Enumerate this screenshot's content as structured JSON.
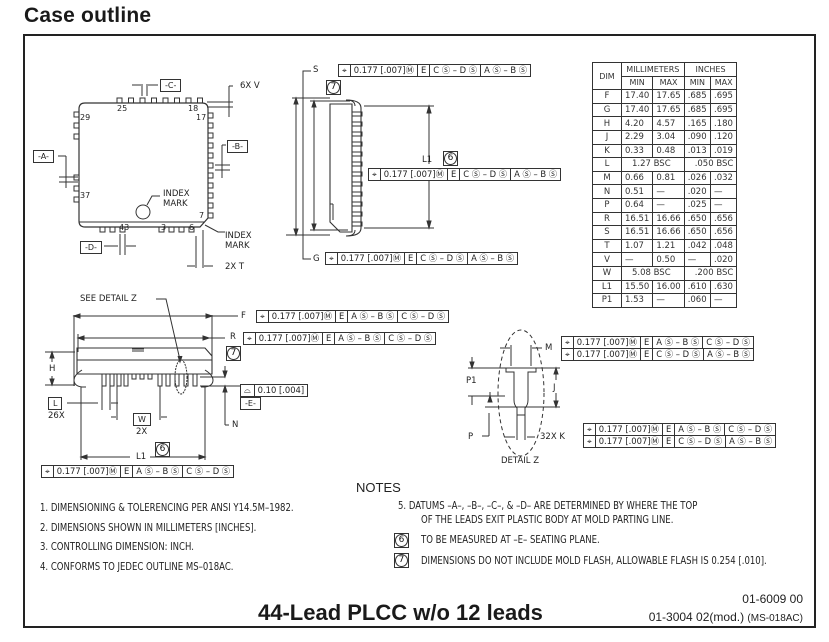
{
  "header": {
    "title": "Case outline"
  },
  "table": {
    "col_dim": "DIM",
    "group_mm": "MILLIMETERS",
    "group_in": "INCHES",
    "sub_headers": [
      "MIN",
      "MAX",
      "MIN",
      "MAX"
    ],
    "rows": [
      {
        "dim": "F",
        "mm_min": "17.40",
        "mm_max": "17.65",
        "in_min": ".685",
        "in_max": ".695"
      },
      {
        "dim": "G",
        "mm_min": "17.40",
        "mm_max": "17.65",
        "in_min": ".685",
        "in_max": ".695"
      },
      {
        "dim": "H",
        "mm_min": "4.20",
        "mm_max": "4.57",
        "in_min": ".165",
        "in_max": ".180"
      },
      {
        "dim": "J",
        "mm_min": "2.29",
        "mm_max": "3.04",
        "in_min": ".090",
        "in_max": ".120"
      },
      {
        "dim": "K",
        "mm_min": "0.33",
        "mm_max": "0.48",
        "in_min": ".013",
        "in_max": ".019"
      },
      {
        "dim": "L",
        "mm_bsc": "1.27   BSC",
        "in_bsc": ".050   BSC"
      },
      {
        "dim": "M",
        "mm_min": "0.66",
        "mm_max": "0.81",
        "in_min": ".026",
        "in_max": ".032"
      },
      {
        "dim": "N",
        "mm_min": "0.51",
        "mm_max": "—",
        "in_min": ".020",
        "in_max": "—"
      },
      {
        "dim": "P",
        "mm_min": "0.64",
        "mm_max": "—",
        "in_min": ".025",
        "in_max": "—"
      },
      {
        "dim": "R",
        "mm_min": "16.51",
        "mm_max": "16.66",
        "in_min": ".650",
        "in_max": ".656"
      },
      {
        "dim": "S",
        "mm_min": "16.51",
        "mm_max": "16.66",
        "in_min": ".650",
        "in_max": ".656"
      },
      {
        "dim": "T",
        "mm_min": "1.07",
        "mm_max": "1.21",
        "in_min": ".042",
        "in_max": ".048"
      },
      {
        "dim": "V",
        "mm_min": "—",
        "mm_max": "0.50",
        "in_min": "—",
        "in_max": ".020"
      },
      {
        "dim": "W",
        "mm_bsc": "5.08   BSC",
        "in_bsc": ".200   BSC"
      },
      {
        "dim": "L1",
        "mm_min": "15.50",
        "mm_max": "16.00",
        "in_min": ".610",
        "in_max": ".630"
      },
      {
        "dim": "P1",
        "mm_min": "1.53",
        "mm_max": "—",
        "in_min": ".060",
        "in_max": "—"
      }
    ]
  },
  "top_view": {
    "datums": [
      "-A-",
      "-B-",
      "-C-",
      "-D-"
    ],
    "pin_labels": [
      "25",
      "18",
      "29",
      "17",
      "37",
      "7",
      "43",
      "3",
      "6"
    ],
    "index_mark_1": [
      "INDEX",
      "MARK"
    ],
    "index_mark_2": [
      "INDEX",
      "MARK"
    ],
    "v_label": "6X  V",
    "t_label": "2X  T"
  },
  "side_view": {
    "s_label": "S",
    "g_label": "G",
    "l1_label": "L1",
    "flag7": "7",
    "flag6": "6"
  },
  "fcf": {
    "position_symbol": "⌖",
    "tol": "0.177",
    "tol_in": "[.007]",
    "mod": "Ⓜ",
    "e": "E",
    "seg_cd_ab": [
      "C Ⓢ – D Ⓢ",
      "A Ⓢ – B Ⓢ"
    ],
    "seg_ab_cd": [
      "A Ⓢ – B Ⓢ",
      "C Ⓢ – D Ⓢ"
    ]
  },
  "front_view": {
    "see_detail": "SEE DETAIL Z",
    "f_label": "F",
    "r_label": "R",
    "h_label": "H",
    "l_box": "L",
    "l_count": "26X",
    "w_box": "W",
    "w_count": "2X",
    "n_label": "N",
    "l1_label": "L1",
    "flag7": "7",
    "flag6": "6",
    "flatness_symbol": "⌓",
    "flatness_value": "0.10",
    "flatness_in": "[.004]",
    "datum_e": "-E-"
  },
  "detail_z": {
    "m_label": "M",
    "p1_label": "P1",
    "j_label": "J",
    "p_label": "P",
    "k_label": "32X  K",
    "title": "DETAIL Z"
  },
  "notes": {
    "title": "NOTES",
    "items": [
      "1.  DIMENSIONING & TOLERENCING PER ANSI Y14.5M–1982.",
      "2.  DIMENSIONS SHOWN IN MILLIMETERS [INCHES].",
      "3.  CONTROLLING DIMENSION: INCH.",
      "4.  CONFORMS TO JEDEC OUTLINE MS–018AC.",
      "5.  DATUMS –A–, –B–, –C–, & –D– ARE DETERMINED BY WHERE THE TOP",
      "OF THE LEADS EXIT PLASTIC BODY AT MOLD PARTING LINE.",
      "TO BE MEASURED AT –E– SEATING PLANE.",
      "DIMENSIONS DO NOT INCLUDE MOLD FLASH, ALLOWABLE FLASH IS 0.254 [.010]."
    ],
    "flag6": "6",
    "flag7": "7"
  },
  "footer": {
    "title": "44-Lead PLCC w/o 12 leads",
    "doc_number": "01-6009  00",
    "ref": "01-3004   02(mod.)",
    "jedec": "(MS-018AC)"
  }
}
